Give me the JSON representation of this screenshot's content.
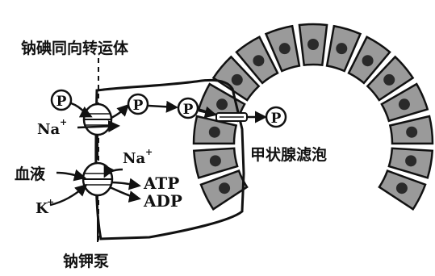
{
  "labels": {
    "symporter": "钠碘同向转运体",
    "blood": "血液",
    "follicle": "甲状腺滤泡",
    "pump": "钠钾泵",
    "na_left": "Na",
    "na_pump": "Na",
    "k": "K",
    "atp": "ATP",
    "adp": "ADP",
    "iodide": "P",
    "plus": "+"
  },
  "follicle_cells": {
    "count": 15
  }
}
